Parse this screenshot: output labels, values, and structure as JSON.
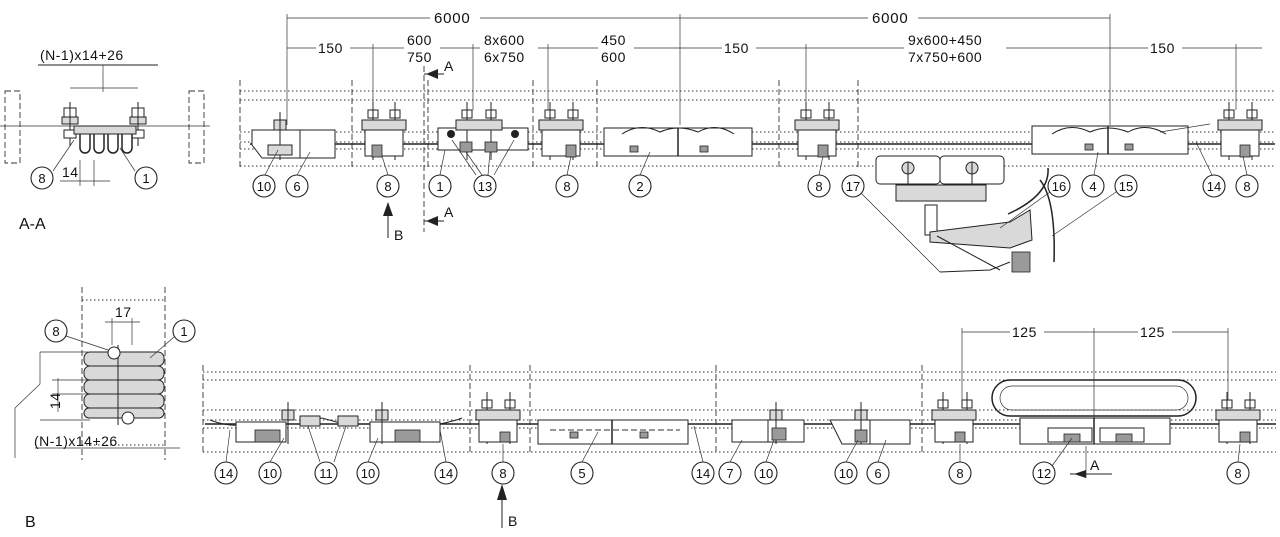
{
  "view_labels": {
    "section_aa": "A-A",
    "view_b": "B"
  },
  "dimensions": {
    "aa_formula": "(N-1)x14+26",
    "aa_pitch": "14",
    "b_pitch_17": "17",
    "b_pitch_14": "14",
    "b_formula": "(N-1)x14+26",
    "total_left": "6000",
    "total_right": "6000",
    "d150_a": "150",
    "d600": "600",
    "d750": "750",
    "d8x600": "8x600",
    "d6x750": "6x750",
    "d450": "450",
    "d600b": "600",
    "d150_b": "150",
    "d9x600": "9x600+450",
    "d7x750": "7x750+600",
    "d150_c": "150",
    "d125_a": "125",
    "d125_b": "125"
  },
  "section_markers": {
    "a_top": "A",
    "a_bottom": "A",
    "b_top": "B",
    "b_bottom": "B",
    "a_lower": "A"
  },
  "balloons": {
    "aa_8": "8",
    "aa_1": "1",
    "b_8": "8",
    "b_1": "1",
    "t_10": "10",
    "t_6": "6",
    "t_8a": "8",
    "t_1": "1",
    "t_13": "13",
    "t_8b": "8",
    "t_2": "2",
    "t_8c": "8",
    "t_17": "17",
    "t_16": "16",
    "t_4": "4",
    "t_15": "15",
    "t_14": "14",
    "t_8d": "8",
    "b_14a": "14",
    "b_10a": "10",
    "b_11": "11",
    "b_10b": "10",
    "b_14b": "14",
    "b_8a": "8",
    "b_5": "5",
    "b_14c": "14",
    "b_7": "7",
    "b_10c": "10",
    "b_10d": "10",
    "b_6": "6",
    "b_8b": "8",
    "b_12": "12",
    "b_8c": "8"
  }
}
